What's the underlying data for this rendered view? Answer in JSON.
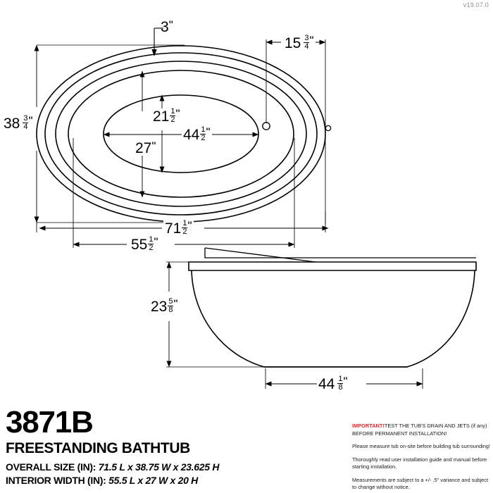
{
  "version_tag": "v19.07.0",
  "title_block": {
    "model_number": "3871B",
    "product_type": "FREESTANDING BATHTUB",
    "overall_size_label": "OVERALL SIZE (IN):",
    "overall_size_value": "71.5 L x 38.75 W x 23.625 H",
    "interior_width_label": "INTERIOR WIDTH (IN):",
    "interior_width_value": "55.5 L x 27 W x 20 H"
  },
  "notes": {
    "important_label": "IMPORTANT!",
    "important_text": "TEST THE TUB'S DRAIN AND JETS (if any) BEFORE PERMANENT INSTALLATION!",
    "note_measure": "Please measure tub on-site before building tub surrounding!",
    "note_guide": "Thoroughly read user installation guide and manual before starting installation.",
    "note_variance": "Measurements are subject to a +/- .5\" variance and subject to change without notice."
  },
  "plan_view": {
    "name": "top-plan-view",
    "dimensions": {
      "rim_width": {
        "whole": "3",
        "num": "",
        "den": "",
        "inch": "\""
      },
      "drain_offset": {
        "whole": "15",
        "num": "3",
        "den": "4",
        "inch": "\""
      },
      "overall_width": {
        "whole": "38",
        "num": "3",
        "den": "4",
        "inch": "\""
      },
      "interior_width": {
        "whole": "21",
        "num": "1",
        "den": "2",
        "inch": "\""
      },
      "interior_width_outer": {
        "whole": "27",
        "num": "",
        "den": "",
        "inch": "\""
      },
      "interior_length": {
        "whole": "44",
        "num": "1",
        "den": "2",
        "inch": "\""
      },
      "overall_length": {
        "whole": "71",
        "num": "1",
        "den": "2",
        "inch": "\""
      },
      "interior_length_outer": {
        "whole": "55",
        "num": "1",
        "den": "2",
        "inch": "\""
      }
    }
  },
  "elevation_view": {
    "name": "side-elevation-view",
    "dimensions": {
      "overall_height": {
        "whole": "23",
        "num": "5",
        "den": "8",
        "inch": "\""
      },
      "base_width": {
        "whole": "44",
        "num": "1",
        "den": "8",
        "inch": "\""
      }
    }
  }
}
